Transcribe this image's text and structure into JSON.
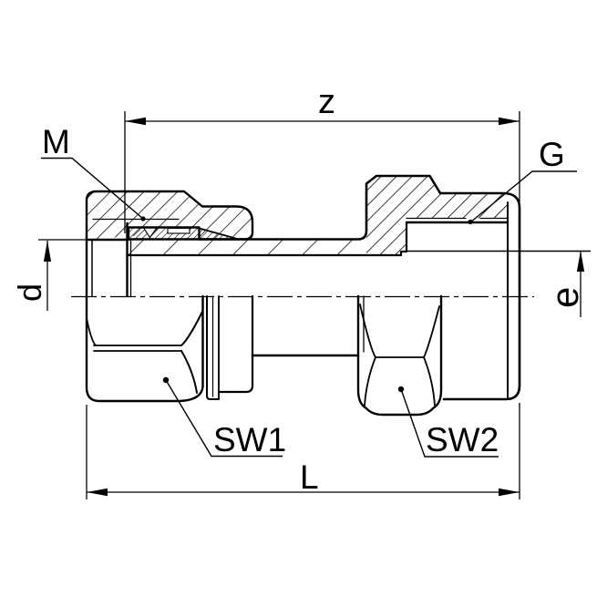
{
  "drawing": {
    "description": "Technical cross-section drawing of a straight pipe fitting with swivel nut and female thread port",
    "background_color": "#ffffff",
    "line_color": "#000000",
    "labels": {
      "z": "z",
      "m": "M",
      "g": "G",
      "d": "d",
      "e": "e",
      "sw1": "SW1",
      "sw2": "SW2",
      "l": "L"
    }
  }
}
